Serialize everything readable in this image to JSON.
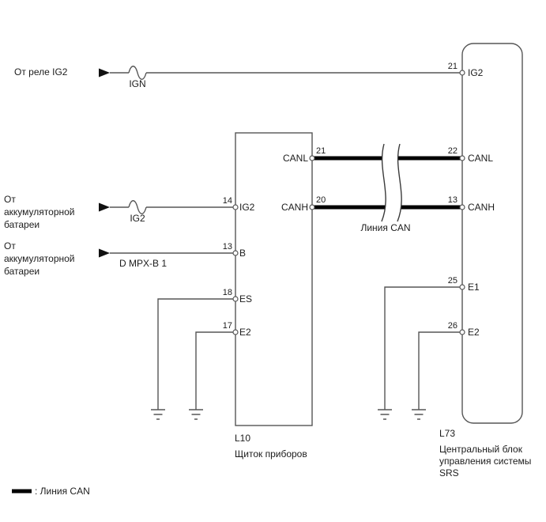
{
  "diagram": {
    "sources": {
      "ig2_relay": "От реле IG2",
      "battery1": [
        "От",
        "аккумуляторной",
        "батареи"
      ],
      "battery2": [
        "От",
        "аккумуляторной",
        "батареи"
      ]
    },
    "fuses": {
      "ign": "IGN",
      "ig2": "IG2"
    },
    "wire_labels": {
      "mpx": "D MPX-B 1",
      "can": "Линия CAN"
    },
    "l10": {
      "id": "L10",
      "name": "Щиток приборов",
      "pins_left": [
        {
          "num": "14",
          "label": "IG2"
        },
        {
          "num": "13",
          "label": "B"
        },
        {
          "num": "18",
          "label": "ES"
        },
        {
          "num": "17",
          "label": "E2"
        }
      ],
      "pins_right": [
        {
          "num": "21",
          "label": "CANL"
        },
        {
          "num": "20",
          "label": "CANH"
        }
      ]
    },
    "l73": {
      "id": "L73",
      "name_lines": [
        "Центральный блок",
        "управления системы",
        "SRS"
      ],
      "pins": [
        {
          "num": "21",
          "label": "IG2"
        },
        {
          "num": "22",
          "label": "CANL"
        },
        {
          "num": "13",
          "label": "CANH"
        },
        {
          "num": "25",
          "label": "E1"
        },
        {
          "num": "26",
          "label": "E2"
        }
      ]
    },
    "legend": {
      "can": ": Линия CAN"
    },
    "colors": {
      "wire": "#565656",
      "can_line": "#000000",
      "text": "#1c1c1c",
      "background": "#ffffff"
    }
  }
}
